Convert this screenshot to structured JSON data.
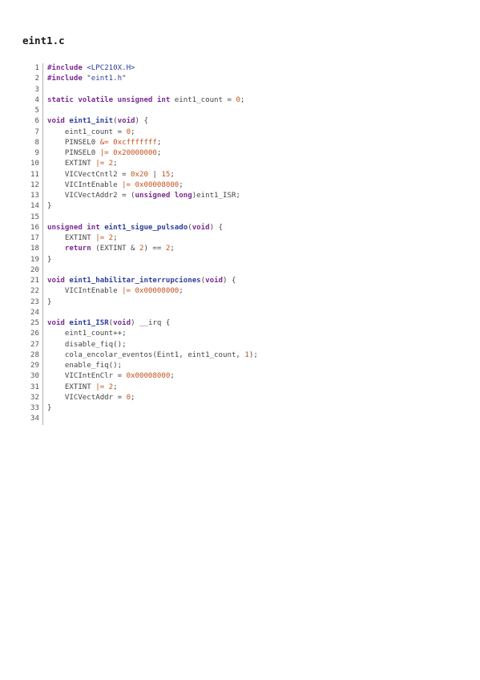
{
  "file": {
    "title": "eint1.c"
  },
  "colors": {
    "keyword": "#7a2a8f",
    "function": "#2c3e9b",
    "number": "#c2521d",
    "string": "#2c3e9b",
    "plain": "#444444"
  },
  "code": {
    "lines": [
      {
        "n": "1",
        "tokens": [
          [
            "k",
            "#include"
          ],
          [
            "pl",
            " "
          ],
          [
            "s",
            "<LPC210X.H>"
          ]
        ]
      },
      {
        "n": "2",
        "tokens": [
          [
            "k",
            "#include"
          ],
          [
            "pl",
            " "
          ],
          [
            "s",
            "\"eint1.h\""
          ]
        ]
      },
      {
        "n": "3",
        "tokens": []
      },
      {
        "n": "4",
        "tokens": [
          [
            "k",
            "static volatile unsigned int"
          ],
          [
            "pl",
            " eint1_count = "
          ],
          [
            "n",
            "0"
          ],
          [
            "pl",
            ";"
          ]
        ]
      },
      {
        "n": "5",
        "tokens": []
      },
      {
        "n": "6",
        "tokens": [
          [
            "k",
            "void"
          ],
          [
            "pl",
            " "
          ],
          [
            "f",
            "eint1_init"
          ],
          [
            "pl",
            "("
          ],
          [
            "k",
            "void"
          ],
          [
            "pl",
            ") {"
          ]
        ]
      },
      {
        "n": "7",
        "tokens": [
          [
            "pl",
            "    eint1_count = "
          ],
          [
            "n",
            "0"
          ],
          [
            "pl",
            ";"
          ]
        ]
      },
      {
        "n": "8",
        "tokens": [
          [
            "pl",
            "    PINSEL0 "
          ],
          [
            "o",
            "&="
          ],
          [
            "pl",
            " "
          ],
          [
            "n",
            "0xcfffffff"
          ],
          [
            "pl",
            ";"
          ]
        ]
      },
      {
        "n": "9",
        "tokens": [
          [
            "pl",
            "    PINSEL0 "
          ],
          [
            "o",
            "|="
          ],
          [
            "pl",
            " "
          ],
          [
            "n",
            "0x20000000"
          ],
          [
            "pl",
            ";"
          ]
        ]
      },
      {
        "n": "10",
        "tokens": [
          [
            "pl",
            "    EXTINT "
          ],
          [
            "o",
            "|="
          ],
          [
            "pl",
            " "
          ],
          [
            "n",
            "2"
          ],
          [
            "pl",
            ";"
          ]
        ]
      },
      {
        "n": "11",
        "tokens": [
          [
            "pl",
            "    VICVectCntl2 = "
          ],
          [
            "n",
            "0x20"
          ],
          [
            "pl",
            " | "
          ],
          [
            "n",
            "15"
          ],
          [
            "pl",
            ";"
          ]
        ]
      },
      {
        "n": "12",
        "tokens": [
          [
            "pl",
            "    VICIntEnable "
          ],
          [
            "o",
            "|="
          ],
          [
            "pl",
            " "
          ],
          [
            "n",
            "0x00008000"
          ],
          [
            "pl",
            ";"
          ]
        ]
      },
      {
        "n": "13",
        "tokens": [
          [
            "pl",
            "    VICVectAddr2 = ("
          ],
          [
            "k",
            "unsigned long"
          ],
          [
            "pl",
            ")eint1_ISR;"
          ]
        ]
      },
      {
        "n": "14",
        "tokens": [
          [
            "pl",
            "}"
          ]
        ]
      },
      {
        "n": "15",
        "tokens": []
      },
      {
        "n": "16",
        "tokens": [
          [
            "k",
            "unsigned int"
          ],
          [
            "pl",
            " "
          ],
          [
            "f",
            "eint1_sigue_pulsado"
          ],
          [
            "pl",
            "("
          ],
          [
            "k",
            "void"
          ],
          [
            "pl",
            ") {"
          ]
        ]
      },
      {
        "n": "17",
        "tokens": [
          [
            "pl",
            "    EXTINT "
          ],
          [
            "o",
            "|="
          ],
          [
            "pl",
            " "
          ],
          [
            "n",
            "2"
          ],
          [
            "pl",
            ";"
          ]
        ]
      },
      {
        "n": "18",
        "tokens": [
          [
            "pl",
            "    "
          ],
          [
            "k",
            "return"
          ],
          [
            "pl",
            " (EXTINT & "
          ],
          [
            "n",
            "2"
          ],
          [
            "pl",
            ") == "
          ],
          [
            "n",
            "2"
          ],
          [
            "pl",
            ";"
          ]
        ]
      },
      {
        "n": "19",
        "tokens": [
          [
            "pl",
            "}"
          ]
        ]
      },
      {
        "n": "20",
        "tokens": []
      },
      {
        "n": "21",
        "tokens": [
          [
            "k",
            "void"
          ],
          [
            "pl",
            " "
          ],
          [
            "f",
            "eint1_habilitar_interrupciones"
          ],
          [
            "pl",
            "("
          ],
          [
            "k",
            "void"
          ],
          [
            "pl",
            ") {"
          ]
        ]
      },
      {
        "n": "22",
        "tokens": [
          [
            "pl",
            "    VICIntEnable "
          ],
          [
            "o",
            "|="
          ],
          [
            "pl",
            " "
          ],
          [
            "n",
            "0x00008000"
          ],
          [
            "pl",
            ";"
          ]
        ]
      },
      {
        "n": "23",
        "tokens": [
          [
            "pl",
            "}"
          ]
        ]
      },
      {
        "n": "24",
        "tokens": []
      },
      {
        "n": "25",
        "tokens": [
          [
            "k",
            "void"
          ],
          [
            "pl",
            " "
          ],
          [
            "f",
            "eint1_ISR"
          ],
          [
            "pl",
            "("
          ],
          [
            "k",
            "void"
          ],
          [
            "pl",
            ") __irq {"
          ]
        ]
      },
      {
        "n": "26",
        "tokens": [
          [
            "pl",
            "    eint1_count++;"
          ]
        ]
      },
      {
        "n": "27",
        "tokens": [
          [
            "pl",
            "    disable_fiq();"
          ]
        ]
      },
      {
        "n": "28",
        "tokens": [
          [
            "pl",
            "    cola_encolar_eventos(Eint1, eint1_count, "
          ],
          [
            "n",
            "1"
          ],
          [
            "pl",
            ");"
          ]
        ]
      },
      {
        "n": "29",
        "tokens": [
          [
            "pl",
            "    enable_fiq();"
          ]
        ]
      },
      {
        "n": "30",
        "tokens": [
          [
            "pl",
            "    VICIntEnClr = "
          ],
          [
            "n",
            "0x00008000"
          ],
          [
            "pl",
            ";"
          ]
        ]
      },
      {
        "n": "31",
        "tokens": [
          [
            "pl",
            "    EXTINT "
          ],
          [
            "o",
            "|="
          ],
          [
            "pl",
            " "
          ],
          [
            "n",
            "2"
          ],
          [
            "pl",
            ";"
          ]
        ]
      },
      {
        "n": "32",
        "tokens": [
          [
            "pl",
            "    VICVectAddr = "
          ],
          [
            "n",
            "0"
          ],
          [
            "pl",
            ";"
          ]
        ]
      },
      {
        "n": "33",
        "tokens": [
          [
            "pl",
            "}"
          ]
        ]
      },
      {
        "n": "34",
        "tokens": []
      }
    ]
  }
}
